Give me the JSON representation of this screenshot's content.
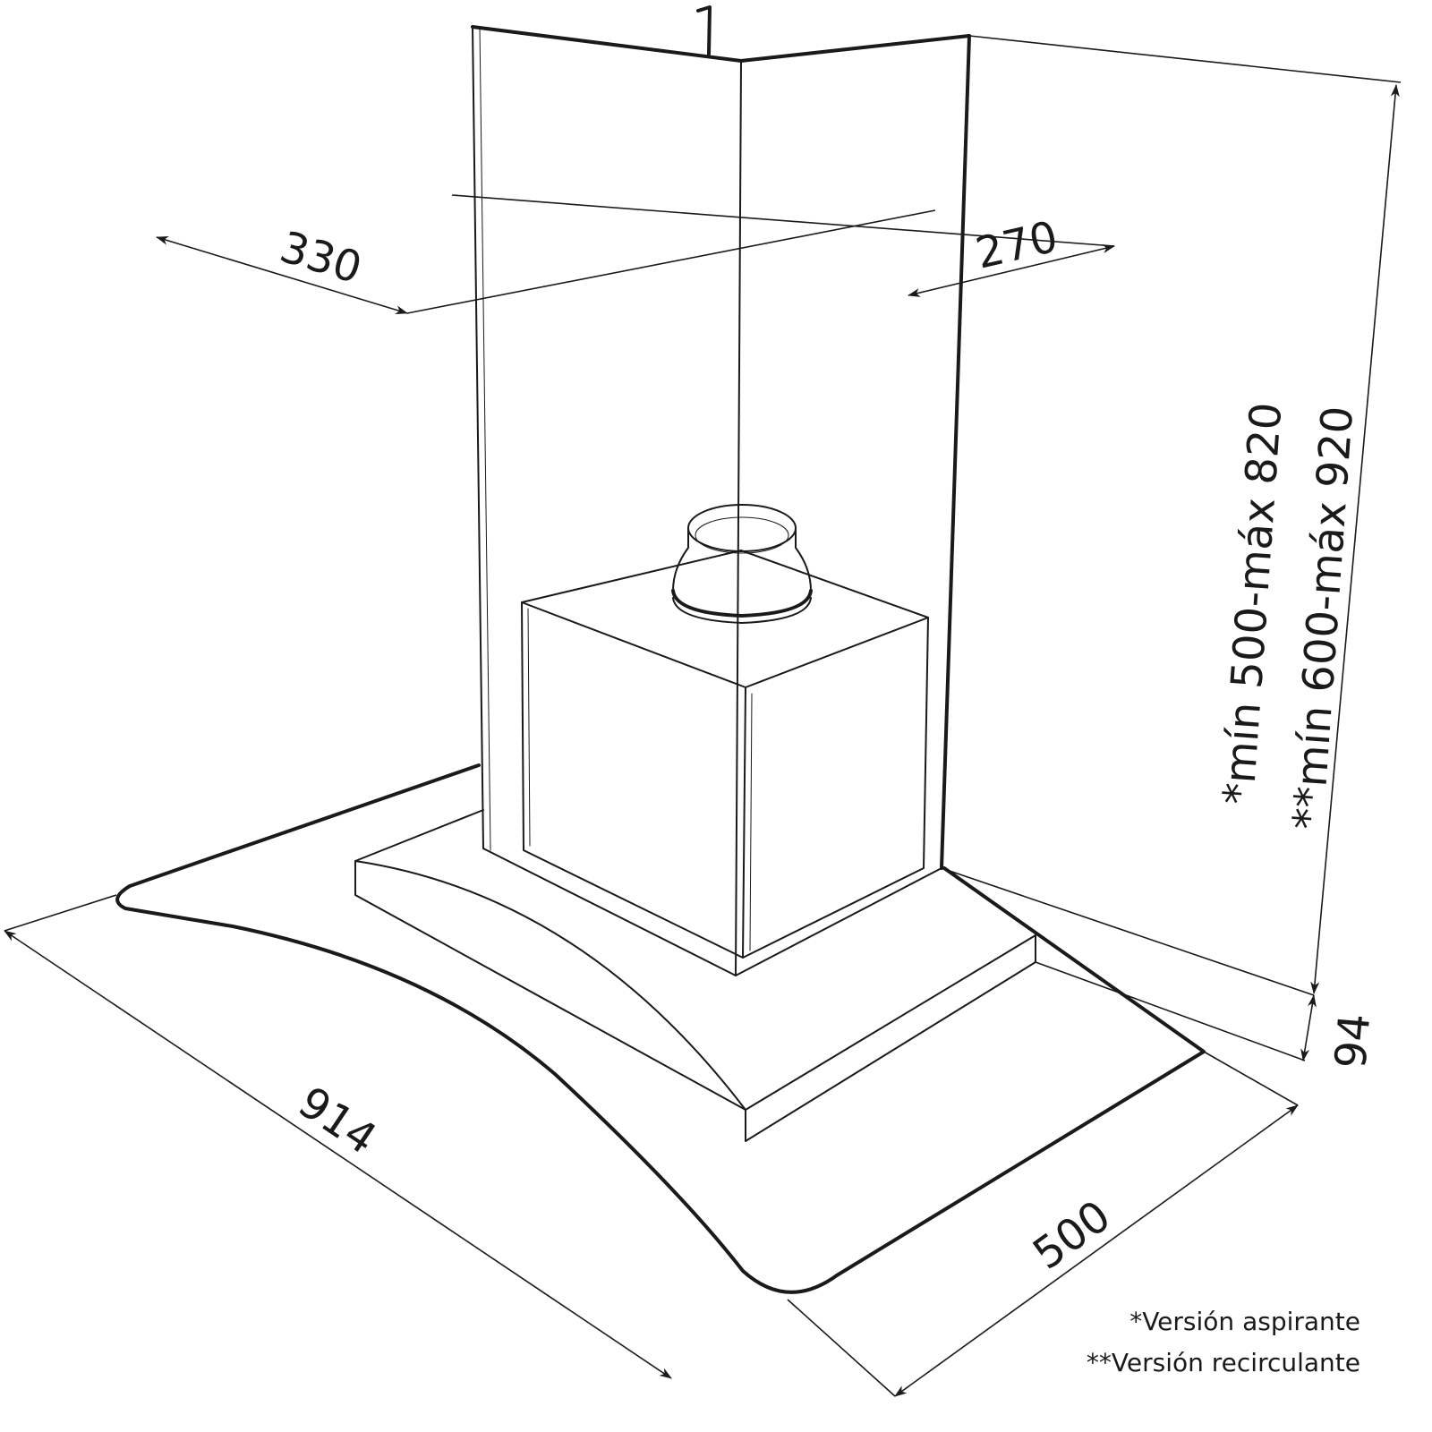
{
  "dimensions": {
    "chimney_width": "330",
    "chimney_depth": "270",
    "hood_width": "914",
    "hood_depth": "500",
    "hood_height": "94",
    "height_aspirante": "*mín 500-máx 820",
    "height_recirculante": "**mín 600-máx 920"
  },
  "notes": {
    "aspirante": "*Versión aspirante",
    "recirculante": "**Versión recirculante"
  }
}
